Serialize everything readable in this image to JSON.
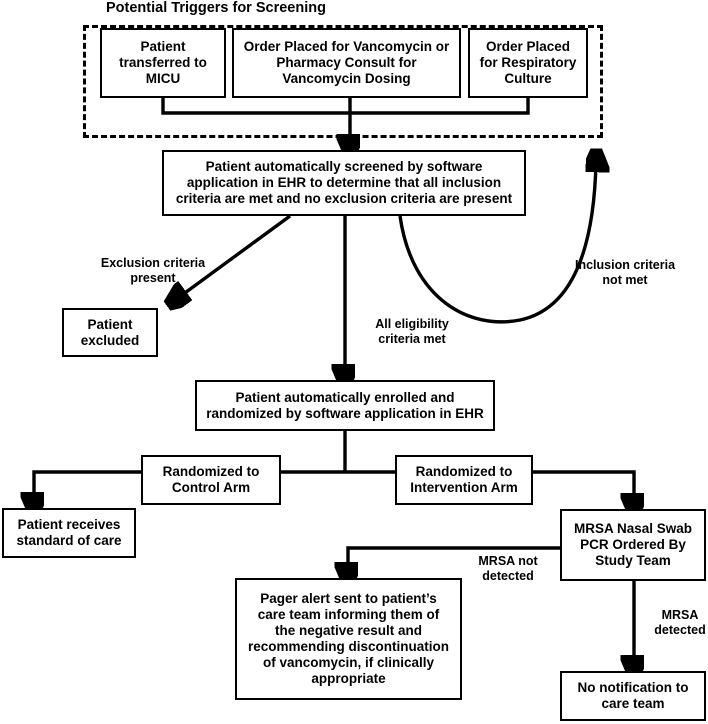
{
  "diagram": {
    "title": "",
    "group": {
      "label": "Potential Triggers for Screening"
    },
    "nodes": {
      "trigger_micu": "Patient\ntransferred to\nMICU",
      "trigger_vanc": "Order Placed for Vancomycin or\nPharmacy Consult for\nVancomycin Dosing",
      "trigger_resp": "Order Placed\nfor Respiratory\nCulture",
      "screening": "Patient automatically screened by software\napplication in EHR to determine that all inclusion\ncriteria are met and no exclusion criteria are present",
      "excluded": "Patient\nexcluded",
      "enrolled": "Patient automatically enrolled and\nrandomized by software application in EHR",
      "control_arm": "Randomized to\nControl Arm",
      "intervention_arm": "Randomized to\nIntervention Arm",
      "standard_care": "Patient receives\nstandard of care",
      "mrsa_swab": "MRSA Nasal Swab\nPCR Ordered By\nStudy Team",
      "pager_alert": "Pager alert sent to patient’s\ncare team informing them of\nthe negative result and\nrecommending discontinuation\nof vancomycin, if clinically\nappropriate",
      "no_notification": "No notification to\ncare team"
    },
    "edge_labels": {
      "exclusion_present": "Exclusion criteria\npresent",
      "inclusion_not_met": "Inclusion criteria\nnot met",
      "all_eligibility_met": "All eligibility\ncriteria met",
      "mrsa_not_detected": "MRSA not\ndetected",
      "mrsa_detected": "MRSA\ndetected"
    },
    "colors": {
      "stroke": "#000000",
      "background": "#ffffff",
      "text": "#000000"
    }
  }
}
